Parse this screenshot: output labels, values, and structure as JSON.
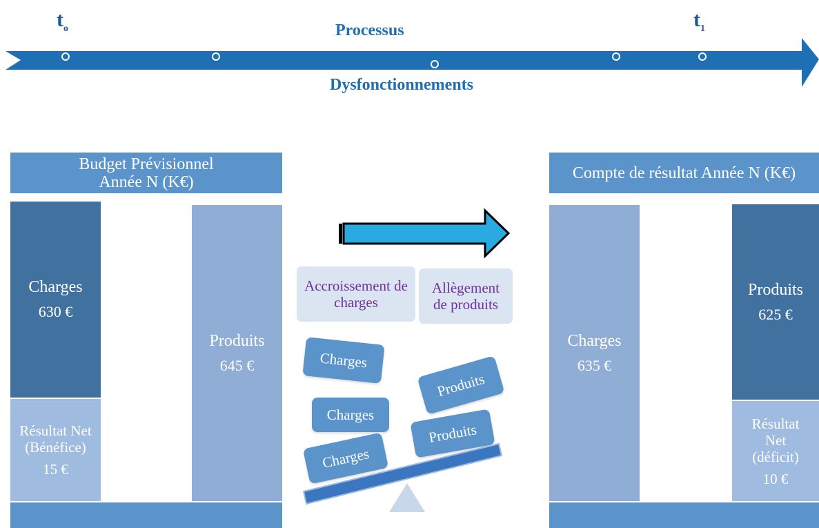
{
  "timeline": {
    "start_label": "t",
    "start_sub": "o",
    "end_label": "t",
    "end_sub": "1",
    "top_label": "Processus",
    "bottom_label": "Dysfonctionnements"
  },
  "budget": {
    "title": "Budget Prévisionnel Année N (K€)",
    "charges_label": "Charges",
    "charges_value": "630 €",
    "produits_label": "Produits",
    "produits_value": "645 €",
    "result_label": "Résultat Net (Bénéfice)",
    "result_value": "15 €"
  },
  "compte": {
    "title": "Compte de résultat Année N (K€)",
    "charges_label": "Charges",
    "charges_value": "635 €",
    "produits_label": "Produits",
    "produits_value": "625 €",
    "result_label": "Résultat Net (déficit)",
    "result_value": "10 €"
  },
  "middle": {
    "tag_left": "Accroissement de charges",
    "tag_right": "Allègement de produits",
    "tile_charges": "Charges",
    "tile_produits": "Produits"
  },
  "colors": {
    "accent": "#1f6fb4",
    "dark_bar": "#41729f",
    "light_bar": "#8fadd5",
    "arrow_cyan": "#29abe2",
    "tag_text": "#7030a0"
  }
}
